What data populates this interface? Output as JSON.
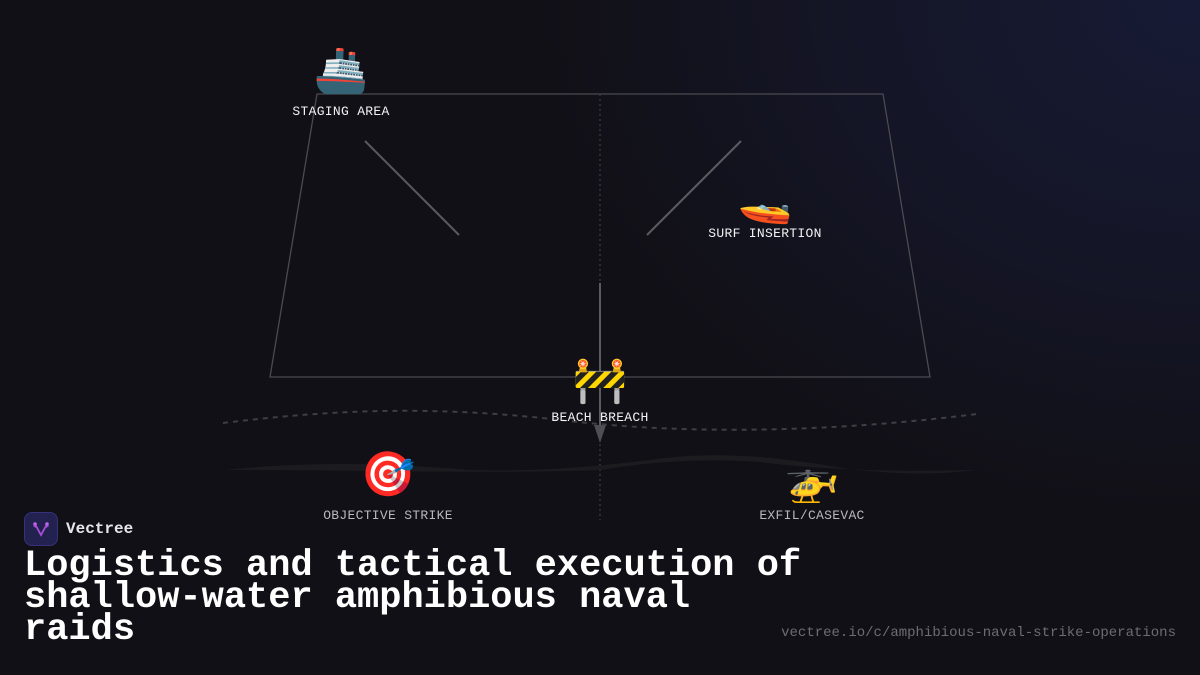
{
  "brand": {
    "name": "Vectree",
    "logo_color": "#a64fd6",
    "logo_bg": "#232150"
  },
  "title": "Logistics and tactical execution of shallow-water amphibious naval raids",
  "url": "vectree.io/c/amphibious-naval-strike-operations",
  "nodes": [
    {
      "id": "staging",
      "icon": "🚢",
      "icon_name": "ship-icon",
      "label": "STAGING AREA"
    },
    {
      "id": "surf",
      "icon": "🚤",
      "icon_name": "speedboat-icon",
      "label": "SURF INSERTION"
    },
    {
      "id": "beach",
      "icon": "🚧",
      "icon_name": "barrier-icon",
      "label": "BEACH BREACH"
    },
    {
      "id": "objective",
      "icon": "🎯",
      "icon_name": "target-icon",
      "label": "OBJECTIVE STRIKE"
    },
    {
      "id": "exfil",
      "icon": "🚁",
      "icon_name": "helicopter-icon",
      "label": "EXFIL/CASEVAC"
    }
  ],
  "colors": {
    "background": "#111016",
    "line": "#4a4a50",
    "dashed": "#3a3a40",
    "label_bright": "#f2f2f4",
    "label_dim": "#b8b8be"
  }
}
